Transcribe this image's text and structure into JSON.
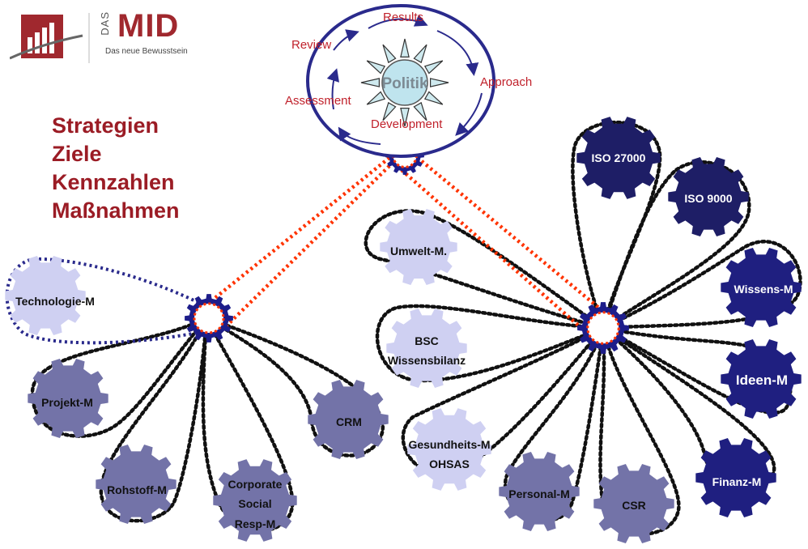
{
  "logo": {
    "prefix": "DAS",
    "name": "MID",
    "tagline": "Das neue Bewusstsein"
  },
  "colors": {
    "accent_red": "#9b1c25",
    "pdca_red": "#c0212b",
    "navy": "#2a2a8c",
    "dark_gear": "#1e1e66",
    "mid_gear": "#1f1f80",
    "violet_gear": "#7373a8",
    "light_gear": "#cfd0f2",
    "orange_link": "#ff3300"
  },
  "strategy_list": [
    "Strategien",
    "Ziele",
    "Kennzahlen",
    "Maßnahmen"
  ],
  "cycle": {
    "center_label": "Politik",
    "steps": {
      "results": "Results",
      "approach": "Approach",
      "development": "Development",
      "assessment": "Assessment",
      "review": "Review"
    }
  },
  "left_gears": {
    "technologie": "Technologie-M",
    "projekt": "Projekt-M",
    "rohstoff": "Rohstoff-M",
    "corporate": [
      "Corporate",
      "Social",
      "Resp-M"
    ],
    "crm": "CRM"
  },
  "right_gears": {
    "iso27000": "ISO 27000",
    "iso9000": "ISO 9000",
    "umwelt": "Umwelt-M.",
    "bsc": [
      "BSC",
      "Wissensbilanz"
    ],
    "wissens": "Wissens-M",
    "ideen": "Ideen-M",
    "gesundheit": [
      "Gesundheits-M",
      "OHSAS"
    ],
    "personal": "Personal-M",
    "csr": "CSR",
    "finanz": "Finanz-M"
  }
}
